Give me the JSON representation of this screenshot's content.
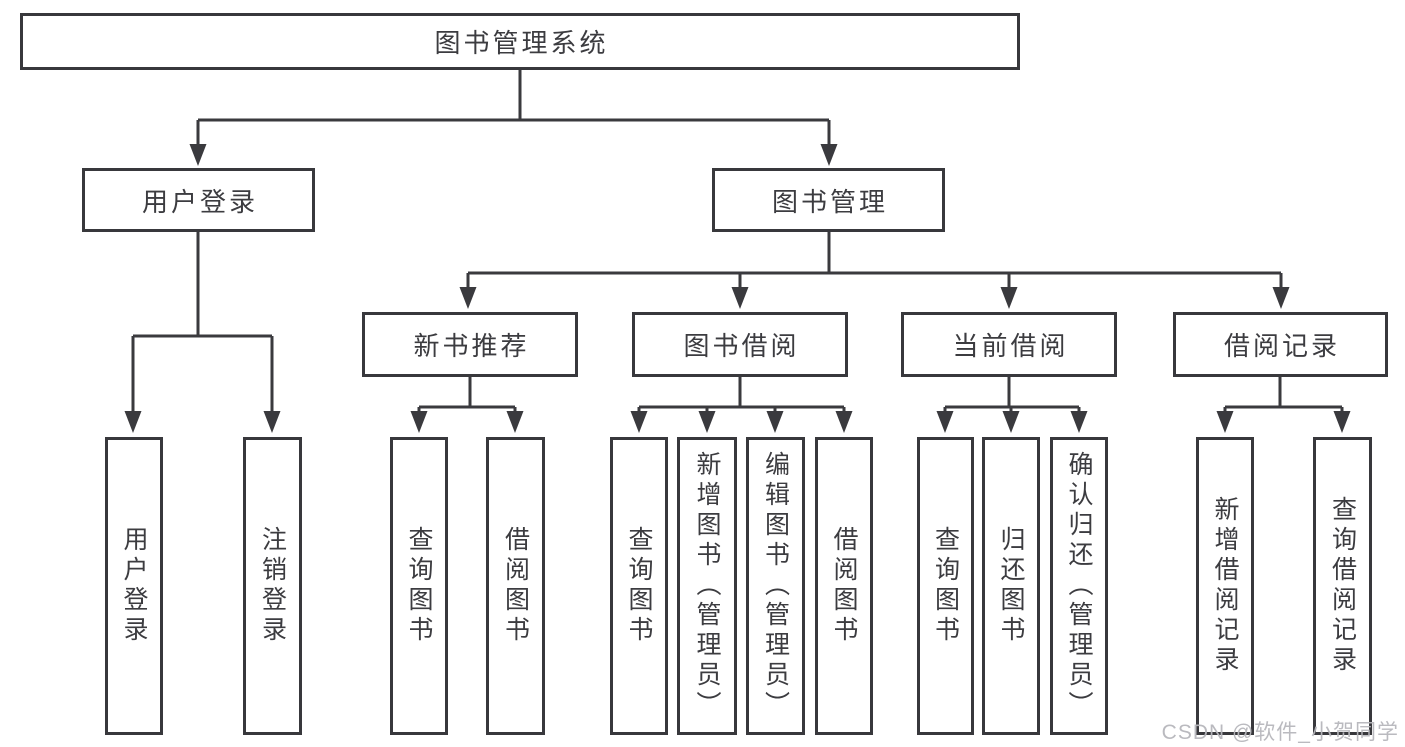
{
  "tree": {
    "root": "图书管理系统",
    "branches": [
      {
        "label": "用户登录",
        "children": [
          "用户登录",
          "注销登录"
        ]
      },
      {
        "label": "图书管理",
        "children": [
          {
            "label": "新书推荐",
            "children": [
              "查询图书",
              "借阅图书"
            ]
          },
          {
            "label": "图书借阅",
            "children": [
              "查询图书",
              "新增图书（管理员）",
              "编辑图书（管理员）",
              "借阅图书"
            ]
          },
          {
            "label": "当前借阅",
            "children": [
              "查询图书",
              "归还图书",
              "确认归还（管理员）"
            ]
          },
          {
            "label": "借阅记录",
            "children": [
              "新增借阅记录",
              "查询借阅记录"
            ]
          }
        ]
      }
    ]
  },
  "watermark": "CSDN @软件_小贺同学",
  "colors": {
    "line": "#3a3a3e",
    "box_border": "#38383c",
    "box_fill": "#ffffff",
    "text": "#3c3c40",
    "watermark": "#b6b6bc"
  }
}
